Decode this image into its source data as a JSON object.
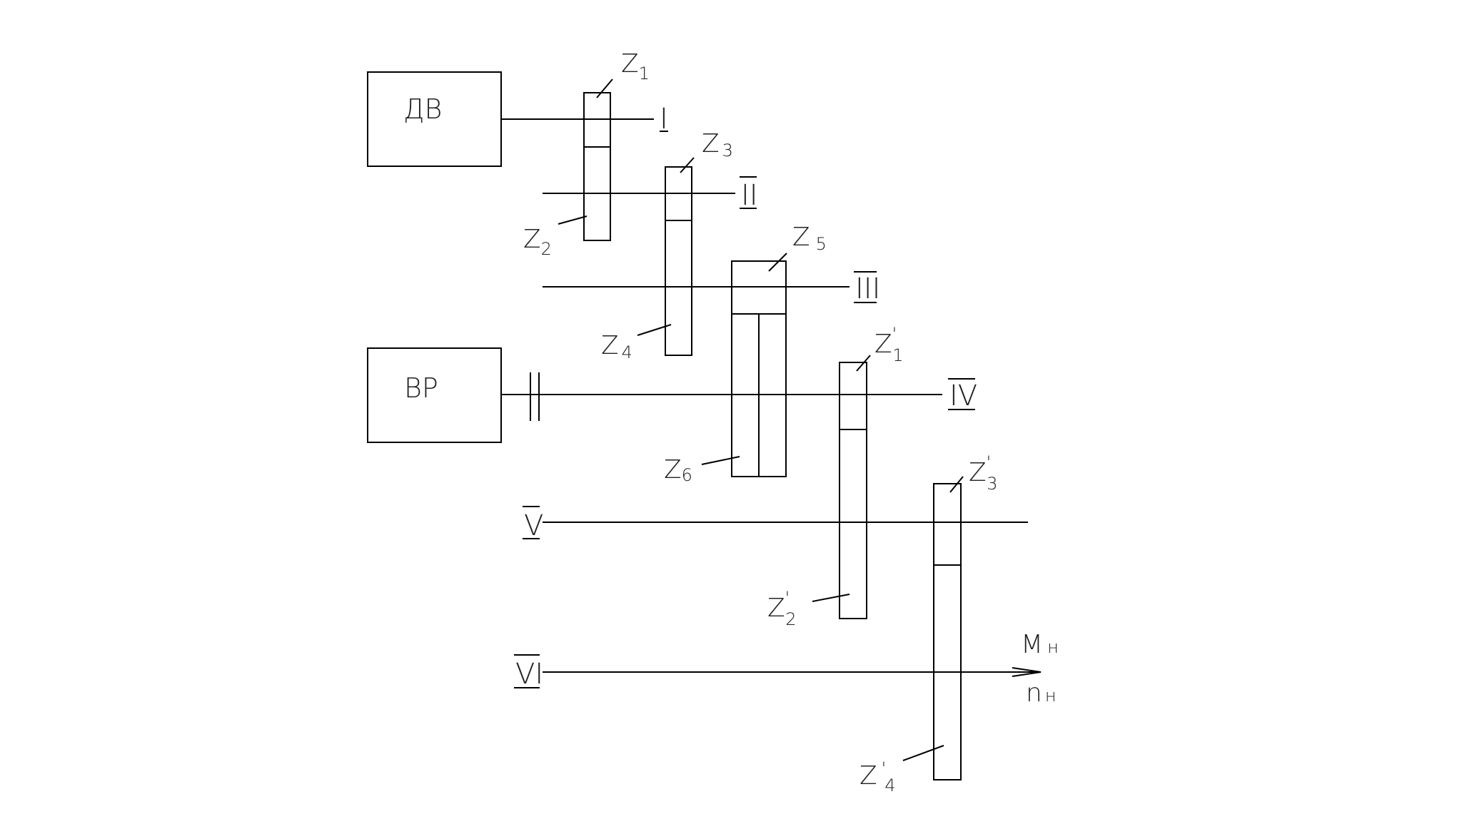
{
  "blocks": {
    "motor": "ДВ",
    "actuator": "ВР"
  },
  "shafts": {
    "s1": "I",
    "s2": "II",
    "s3": "III",
    "s4": "IV",
    "s5": "V",
    "s6": "VI"
  },
  "gears": {
    "z1": {
      "letter": "Z",
      "index": "1",
      "prime": ""
    },
    "z2": {
      "letter": "Z",
      "index": "2",
      "prime": ""
    },
    "z3": {
      "letter": "Z",
      "index": "3",
      "prime": ""
    },
    "z4": {
      "letter": "Z",
      "index": "4",
      "prime": ""
    },
    "z5": {
      "letter": "Z",
      "index": "5",
      "prime": ""
    },
    "z6": {
      "letter": "Z",
      "index": "6",
      "prime": ""
    },
    "z1p": {
      "letter": "Z",
      "index": "1",
      "prime": "'"
    },
    "z2p": {
      "letter": "Z",
      "index": "2",
      "prime": "'"
    },
    "z3p": {
      "letter": "Z",
      "index": "3",
      "prime": "'"
    },
    "z4p": {
      "letter": "Z",
      "index": "4",
      "prime": "'"
    }
  },
  "output": {
    "moment": "M",
    "moment_sub": "н",
    "speed": "n",
    "speed_sub": "н"
  }
}
